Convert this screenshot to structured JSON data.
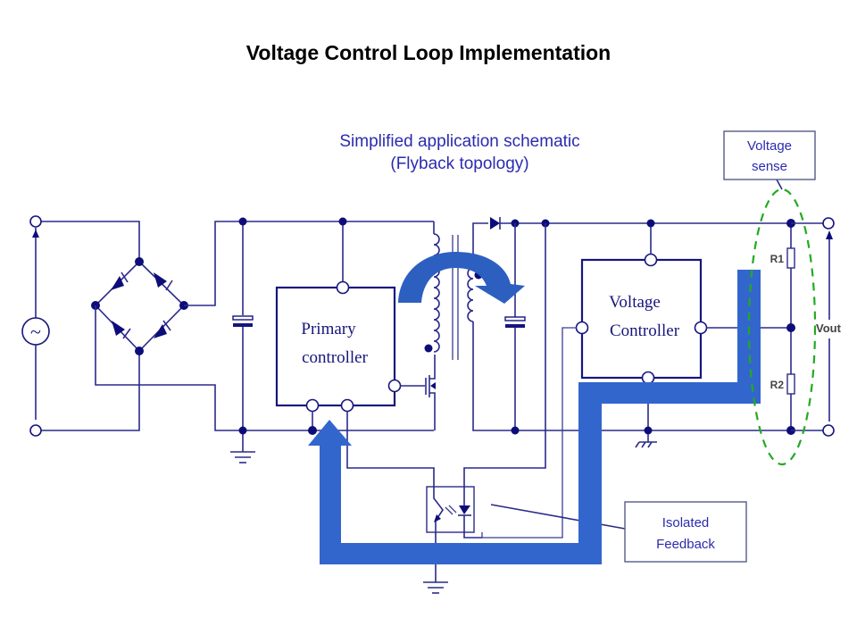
{
  "slide": {
    "title": "Voltage Control Loop Implementation",
    "subtitle_line1": "Simplified application schematic",
    "subtitle_line2": "(Flyback topology)"
  },
  "blocks": {
    "primary_line1": "Primary",
    "primary_line2": "controller",
    "voltage_line1": "Voltage",
    "voltage_line2": "Controller"
  },
  "components": {
    "r1": "R1",
    "r2": "R2",
    "vout": "Vout",
    "ac_source_symbol": "~"
  },
  "callouts": {
    "voltage_sense_line1": "Voltage",
    "voltage_sense_line2": "sense",
    "isolated_feedback_line1": "Isolated",
    "isolated_feedback_line2": "Feedback"
  },
  "colors": {
    "wire": "#2a2a8c",
    "flow_arrow": "#3366cc",
    "sense_ellipse": "#22aa22",
    "subtitle": "#2b2bb0"
  }
}
